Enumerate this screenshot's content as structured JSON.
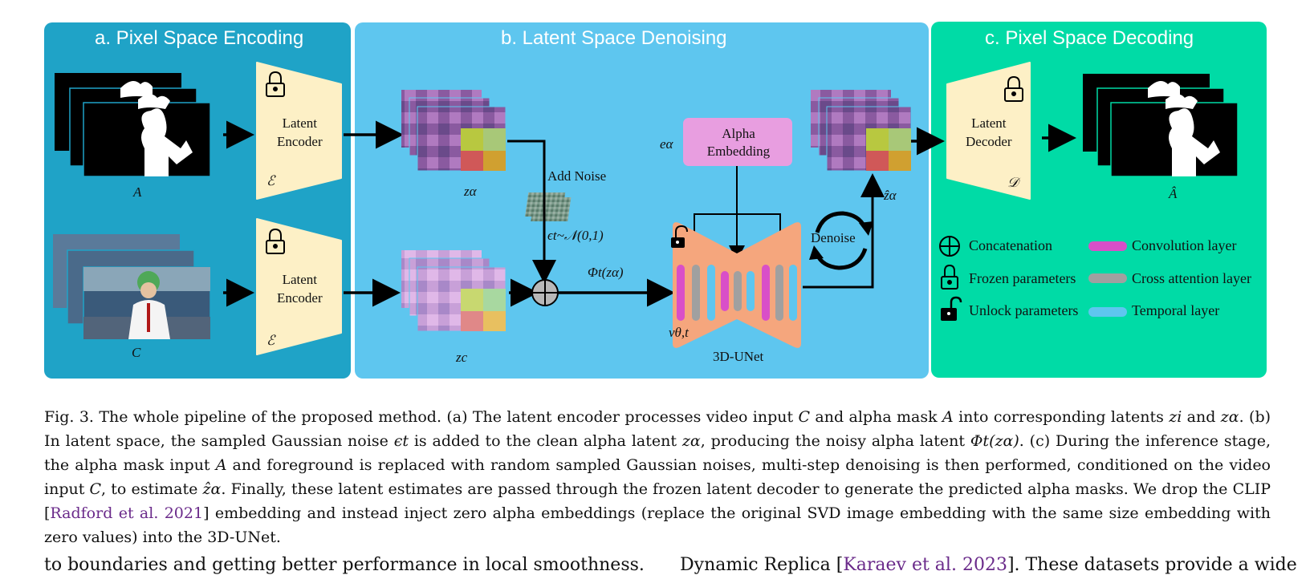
{
  "figure": {
    "panels": {
      "a": "a. Pixel Space Encoding",
      "b": "b. Latent Space Denoising",
      "c": "c. Pixel Space Decoding"
    },
    "encoder_top": "Latent\nEncoder",
    "encoder_bottom": "Latent\nEncoder",
    "decoder": "Latent\nDecoder",
    "encoder_symbol": "ℰ",
    "decoder_symbol": "𝒟",
    "label_A": "A",
    "label_C": "C",
    "label_A_hat": "Â",
    "label_z_alpha": "zα",
    "label_z_c": "zc",
    "label_z_hat_alpha": "ẑα",
    "add_noise": "Add Noise",
    "noise_formula": "ϵt~𝒩(0,1)",
    "phi": "Φt(zα)",
    "alpha_embedding": "Alpha\nEmbedding",
    "e_alpha": "eα",
    "denoise": "Denoise",
    "unet_symbol": "vθ,t",
    "unet_label": "3D-UNet",
    "legend": {
      "concatenation": "Concatenation",
      "frozen": "Frozen parameters",
      "unlock": "Unlock parameters",
      "convolution": "Convolution layer",
      "cross_attention": "Cross attention layer",
      "temporal": "Temporal layer"
    },
    "colors": {
      "panel_a": "#1fa3c7",
      "panel_b": "#5ec6ef",
      "panel_c": "#00dba6",
      "encoder_fill": "#fdf0c6",
      "unet_fill": "#f5a67d",
      "embedding_fill": "#e89ee0",
      "conv": "#d94fc8",
      "cross": "#a0a0a0",
      "temporal": "#5ec6ef"
    }
  },
  "caption": {
    "prefix": "Fig. 3.  The whole pipeline of the proposed method. (a) The latent encoder processes video input ",
    "t1": "C",
    "t2": " and alpha mask ",
    "t3": "A",
    "t4": " into corresponding latents ",
    "t5": "zi",
    "t6": " and ",
    "t7": "zα",
    "t8": ". (b) In latent space, the sampled Gaussian noise ",
    "t9": "ϵt",
    "t10": " is added to the clean alpha latent ",
    "t11": "zα",
    "t12": ", producing the noisy alpha latent ",
    "t13": "Φt(zα)",
    "t14": ". (c) During the inference stage, the alpha mask input ",
    "t15": "A",
    "t16": " and foreground is replaced with random sampled Gaussian noises, multi-step denoising is then performed, conditioned on the video input ",
    "t17": "C",
    "t18": ", to estimate ",
    "t19": "ẑα",
    "t20": ". Finally, these latent estimates are passed through the frozen latent decoder to generate the predicted alpha masks. We drop the CLIP [",
    "cite1": "Radford et al. 2021",
    "t21": "] embedding and instead inject zero alpha embeddings (replace the original SVD image embedding with the same size embedding with zero values) into the 3D-UNet."
  },
  "body": {
    "left_line": "to boundaries and getting better performance in local smoothness.",
    "right_pre": "Dynamic Replica [",
    "right_cite": "Karaev et al. 2023",
    "right_post": "]. These datasets provide a wide"
  }
}
